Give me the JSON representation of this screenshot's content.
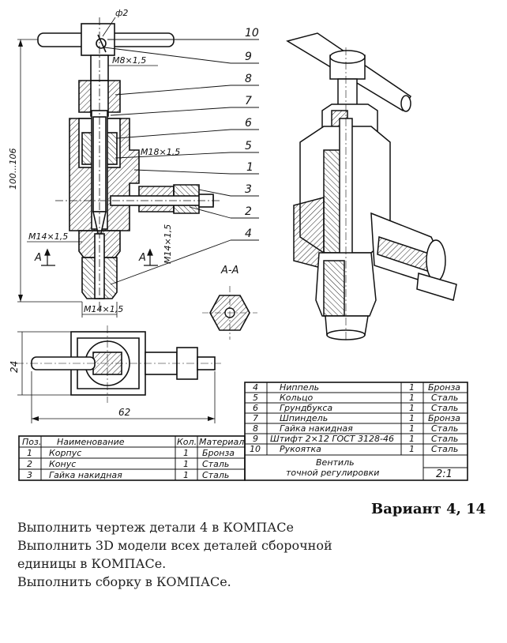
{
  "drawing": {
    "dims": {
      "phi2": "ф2",
      "m8": "M8×1,5",
      "m18": "M18×1,5",
      "height": "100...106",
      "m14_left": "M14×1,5",
      "m14_vert": "M14×1,5",
      "m14_bottom": "M14×1,5",
      "width62": "62",
      "h24": "24"
    },
    "section_mark": "A",
    "section_title": "A-A",
    "callouts": [
      "10",
      "9",
      "8",
      "7",
      "6",
      "5",
      "1",
      "3",
      "2",
      "4"
    ]
  },
  "bom": {
    "left_header": {
      "pos": "Поз.",
      "name": "Наименование",
      "qty": "Кол.",
      "material": "Материал"
    },
    "left_rows": [
      {
        "pos": "1",
        "name": "Корпус",
        "qty": "1",
        "material": "Бронза"
      },
      {
        "pos": "2",
        "name": "Конус",
        "qty": "1",
        "material": "Сталь"
      },
      {
        "pos": "3",
        "name": "Гайка накидная",
        "qty": "1",
        "material": "Сталь"
      }
    ],
    "right_rows": [
      {
        "pos": "4",
        "name": "Ниппель",
        "qty": "1",
        "material": "Бронза"
      },
      {
        "pos": "5",
        "name": "Кольцо",
        "qty": "1",
        "material": "Сталь"
      },
      {
        "pos": "6",
        "name": "Грундбукса",
        "qty": "1",
        "material": "Сталь"
      },
      {
        "pos": "7",
        "name": "Шпиндель",
        "qty": "1",
        "material": "Бронза"
      },
      {
        "pos": "8",
        "name": "Гайка накидная",
        "qty": "1",
        "material": "Сталь"
      },
      {
        "pos": "9",
        "name": "Штифт 2×12 ГОСТ 3128-46",
        "qty": "1",
        "material": "Сталь"
      },
      {
        "pos": "10",
        "name": "Рукоятка",
        "qty": "1",
        "material": "Сталь"
      }
    ],
    "title_line1": "Вентиль",
    "title_line2": "точной регулировки",
    "scale": "2:1"
  },
  "variant": "Вариант 4, 14",
  "tasks": [
    "Выполнить чертеж детали 4 в КОМПАСе",
    "Выполнить 3D модели всех деталей сборочной",
    "единицы в КОМПАСе.",
    "Выполнить сборку в КОМПАСе."
  ]
}
